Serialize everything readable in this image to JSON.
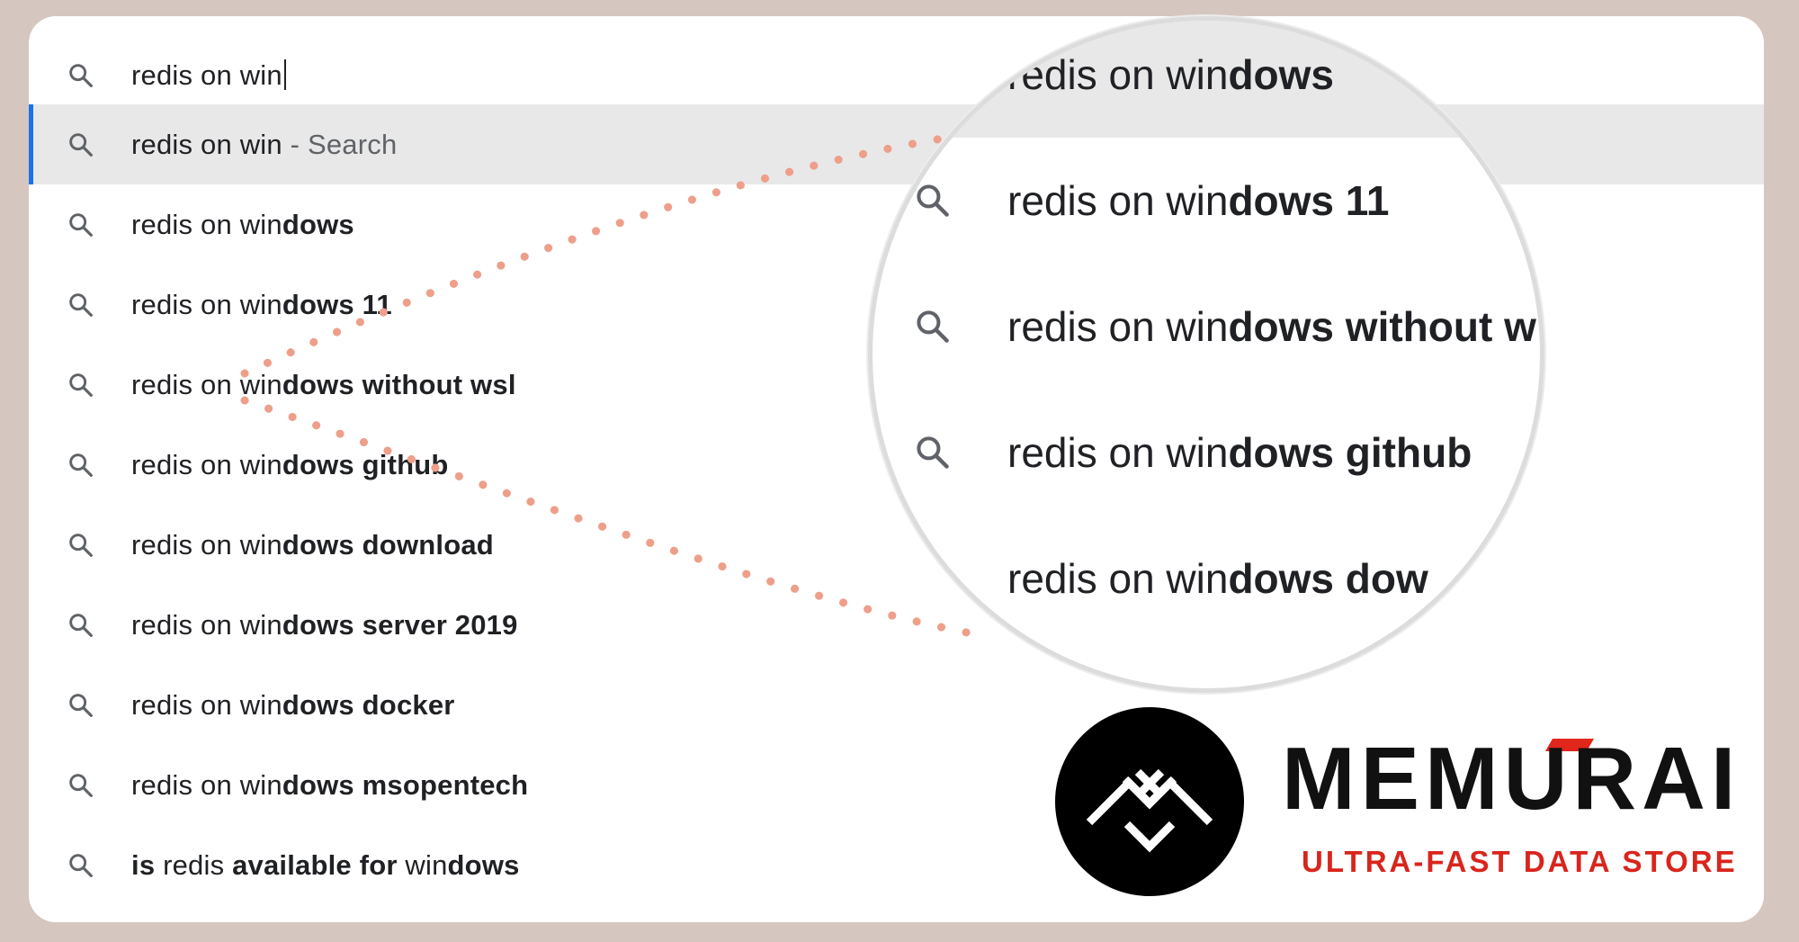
{
  "search": {
    "query": "redis on win",
    "top": {
      "prefix": "redis on win",
      "suffix": " - Search"
    },
    "suggestions": [
      {
        "normal": "redis on win",
        "bold": "dows"
      },
      {
        "normal": "redis on win",
        "bold": "dows 11"
      },
      {
        "normal": "redis on win",
        "bold": "dows without wsl"
      },
      {
        "normal": "redis on win",
        "bold": "dows github"
      },
      {
        "normal": "redis on win",
        "bold": "dows download"
      },
      {
        "normal": "redis on win",
        "bold": "dows server 2019"
      },
      {
        "normal": "redis on win",
        "bold": "dows docker"
      },
      {
        "normal": "redis on win",
        "bold": "dows msopentech"
      }
    ],
    "last": {
      "b1": "is",
      "n1": " redis ",
      "b2": "available for",
      "n2": " win",
      "b3": "dows"
    }
  },
  "magnifier": {
    "rows": [
      {
        "normal": "redis on win",
        "bold": "dows"
      },
      {
        "normal": "redis on win",
        "bold": "dows 11"
      },
      {
        "normal": "redis on win",
        "bold": "dows without w"
      },
      {
        "normal": "redis on win",
        "bold": "dows github"
      },
      {
        "normal": "redis on win",
        "bold": "dows dow"
      }
    ]
  },
  "brand": {
    "name": "MEMURAI",
    "tagline": "ULTRA-FAST DATA STORE",
    "colors": {
      "accent": "#e1261c",
      "dark": "#111111",
      "dots": "#ee9f8a"
    }
  },
  "icons": {
    "row_icon": "search-icon"
  }
}
